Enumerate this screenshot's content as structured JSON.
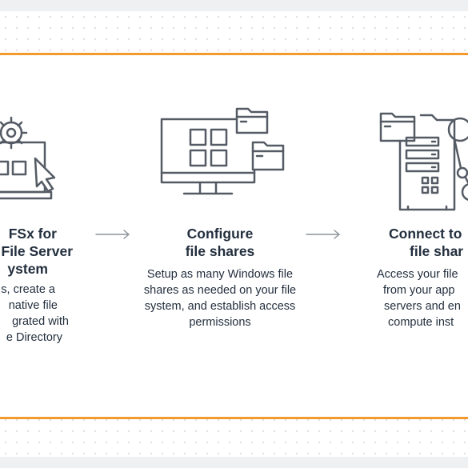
{
  "steps": [
    {
      "title_lines": [
        "FSx for",
        "File Server",
        "ystem"
      ],
      "desc_lines": [
        "s, create a",
        "native file",
        "grated with",
        "e Directory"
      ],
      "icon": "laptop-cursor-icon"
    },
    {
      "title_lines": [
        "Configure",
        "file shares"
      ],
      "desc_lines": [
        "Setup as many Windows file",
        "shares as needed on your file",
        "system, and establish access",
        "permissions"
      ],
      "icon": "monitor-folders-icon"
    },
    {
      "title_lines": [
        "Connect to",
        "file shar"
      ],
      "desc_lines": [
        "Access your file",
        "from your app",
        "servers and en",
        "compute inst"
      ],
      "icon": "server-folder-icon"
    }
  ],
  "arrows": [
    "arrow-right-icon",
    "arrow-right-icon"
  ],
  "colors": {
    "accent": "#f29a2e",
    "text": "#232f3e",
    "icon_stroke": "#545b64",
    "background": "#eef0f2"
  }
}
